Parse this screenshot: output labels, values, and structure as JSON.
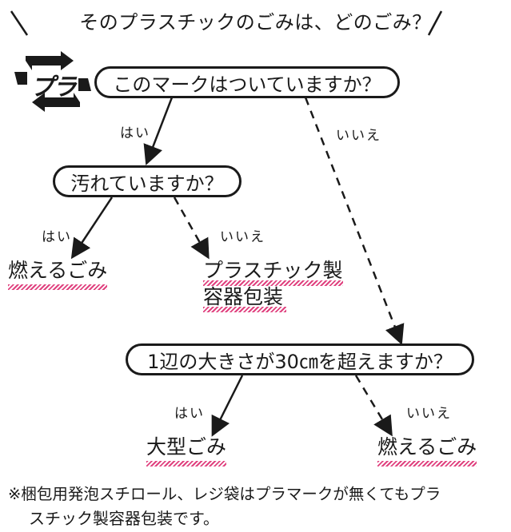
{
  "title": "そのプラスチックのごみは、どのごみ？",
  "mark_text": "プラ",
  "questions": {
    "q1": "このマークはついていますか？",
    "q2": "汚れていますか？",
    "q3": "1辺の大きさが30㎝を超えますか？"
  },
  "answers": {
    "yes": "はい",
    "no": "いいえ"
  },
  "results": {
    "burnable_1": "燃えるごみ",
    "plastic_line1": "プラスチック製",
    "plastic_line2": "容器包装",
    "large": "大型ごみ",
    "burnable_2": "燃えるごみ"
  },
  "note": {
    "line1": "※梱包用発泡スチロール、レジ袋はプラマークが無くてもプラ",
    "line2": "スチック製容器包装です。"
  },
  "colors": {
    "ink": "#1a1a1a",
    "underline": "#e0427f"
  }
}
